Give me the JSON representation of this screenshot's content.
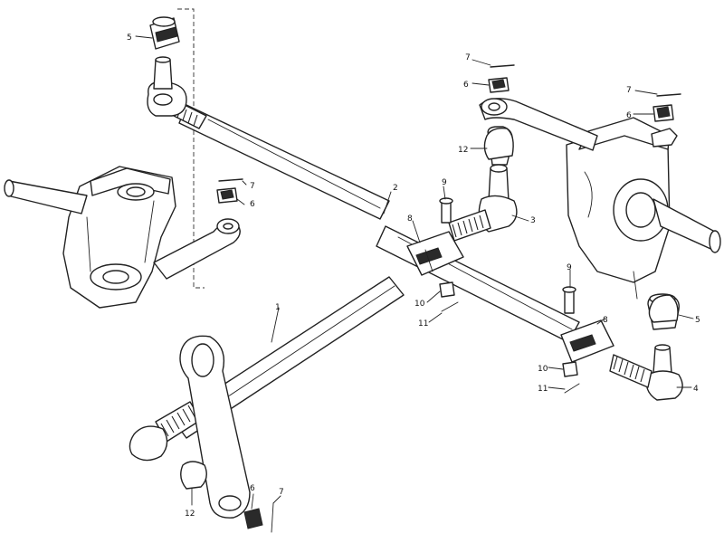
{
  "callouts": {
    "c1": "1",
    "c2": "2",
    "c3": "3",
    "c4": "4",
    "c5a": "5",
    "c5b": "5",
    "c6a": "6",
    "c6b": "6",
    "c6c": "6",
    "c6d": "6",
    "c7a": "7",
    "c7b": "7",
    "c7c": "7",
    "c7d": "7",
    "c8a": "8",
    "c8b": "8",
    "c9a": "9",
    "c9b": "9",
    "c10a": "10",
    "c10b": "10",
    "c11a": "11",
    "c11b": "11",
    "c12a": "12",
    "c12b": "12"
  }
}
